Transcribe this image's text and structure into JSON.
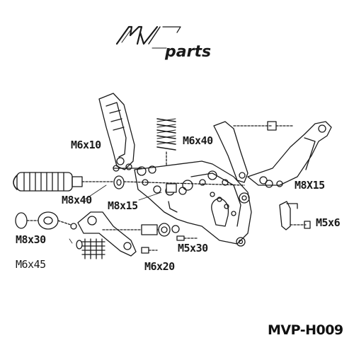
{
  "brand": {
    "name": "mv parts"
  },
  "labels": {
    "m6x10": "M6x10",
    "m6x40": "M6x40",
    "m8x40": "M8x40",
    "m8x15_lower": "M8x15",
    "m8x15_upper": "M8X15",
    "m5x6": "M5x6",
    "m8x30": "M8x30",
    "m5x30": "M5x30",
    "m6x45": "M6x45",
    "m6x20": "M6x20"
  },
  "product_code": "MVP-H009",
  "colors": {
    "line": "#1a1a1a",
    "fill": "#ffffff",
    "shade": "#bdbdbd"
  }
}
